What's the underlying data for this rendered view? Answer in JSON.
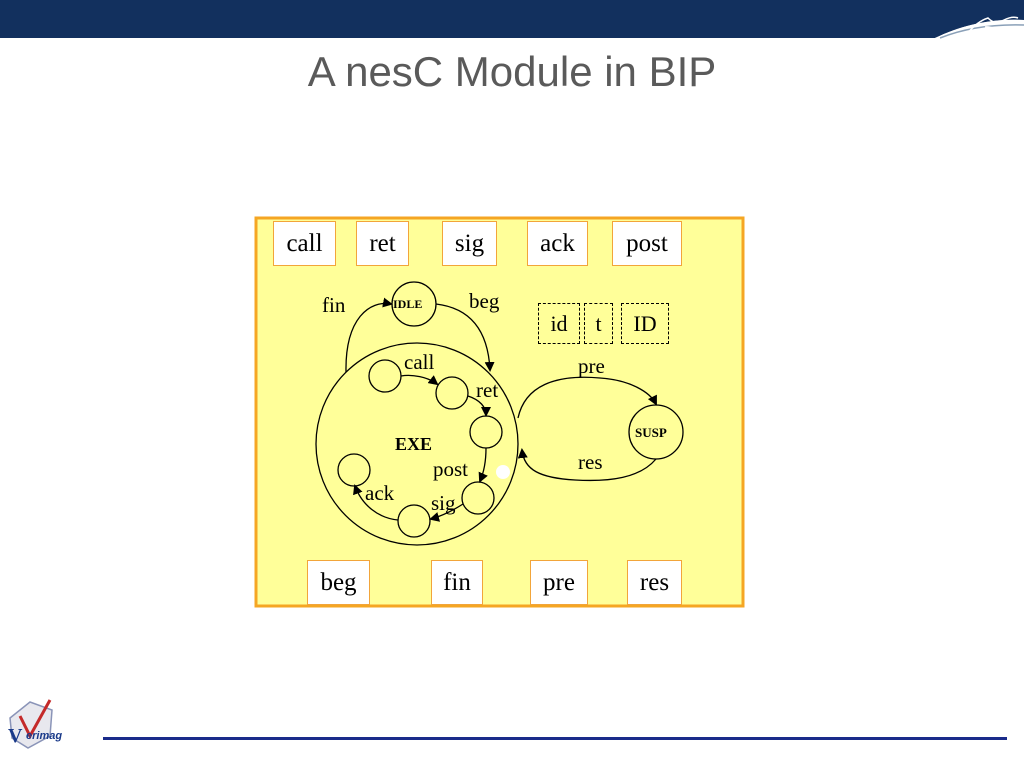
{
  "slide": {
    "title": "A nesC Module in BIP"
  },
  "ports_top": [
    "call",
    "ret",
    "sig",
    "ack",
    "post"
  ],
  "ports_bottom": [
    "beg",
    "fin",
    "pre",
    "res"
  ],
  "variables": [
    "id",
    "t",
    "ID"
  ],
  "states": {
    "idle": "IDLE",
    "exe": "EXE",
    "susp": "SUSP"
  },
  "transitions": {
    "fin": "fin",
    "beg": "beg",
    "call": "call",
    "ret": "ret",
    "post": "post",
    "sig": "sig",
    "ack": "ack",
    "pre": "pre",
    "res": "res"
  },
  "logo": {
    "text": "erimag"
  },
  "colors": {
    "header_blue": "#12305e",
    "panel_fill": "#ffff99",
    "panel_border": "#f5a623",
    "footer_line": "#1a2b8a"
  }
}
